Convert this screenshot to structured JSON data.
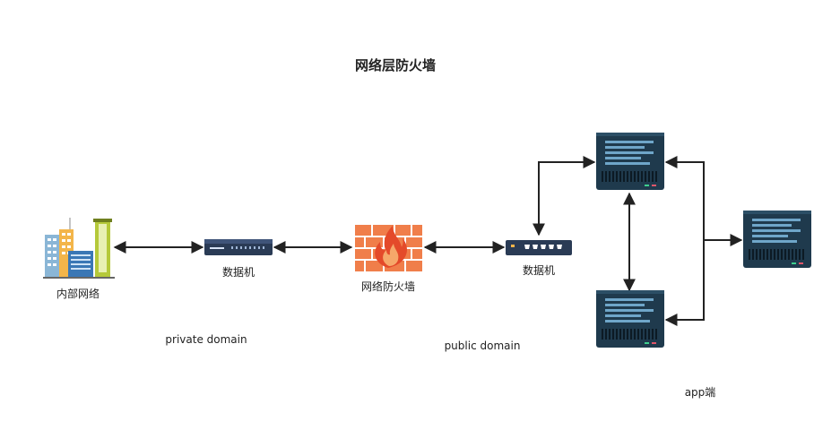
{
  "title": "网络层防火墙",
  "nodes": {
    "internal_network": "内部网络",
    "switch_private": "数据机",
    "firewall": "网络防火墙",
    "switch_public": "数据机"
  },
  "zones": {
    "private": "private domain",
    "public": "public domain",
    "app": "app端"
  },
  "colors": {
    "server_dark": "#1f3a4d",
    "server_stripe": "#6fa6c9",
    "firewall_orange": "#f07e4a",
    "arrow": "#222222"
  }
}
